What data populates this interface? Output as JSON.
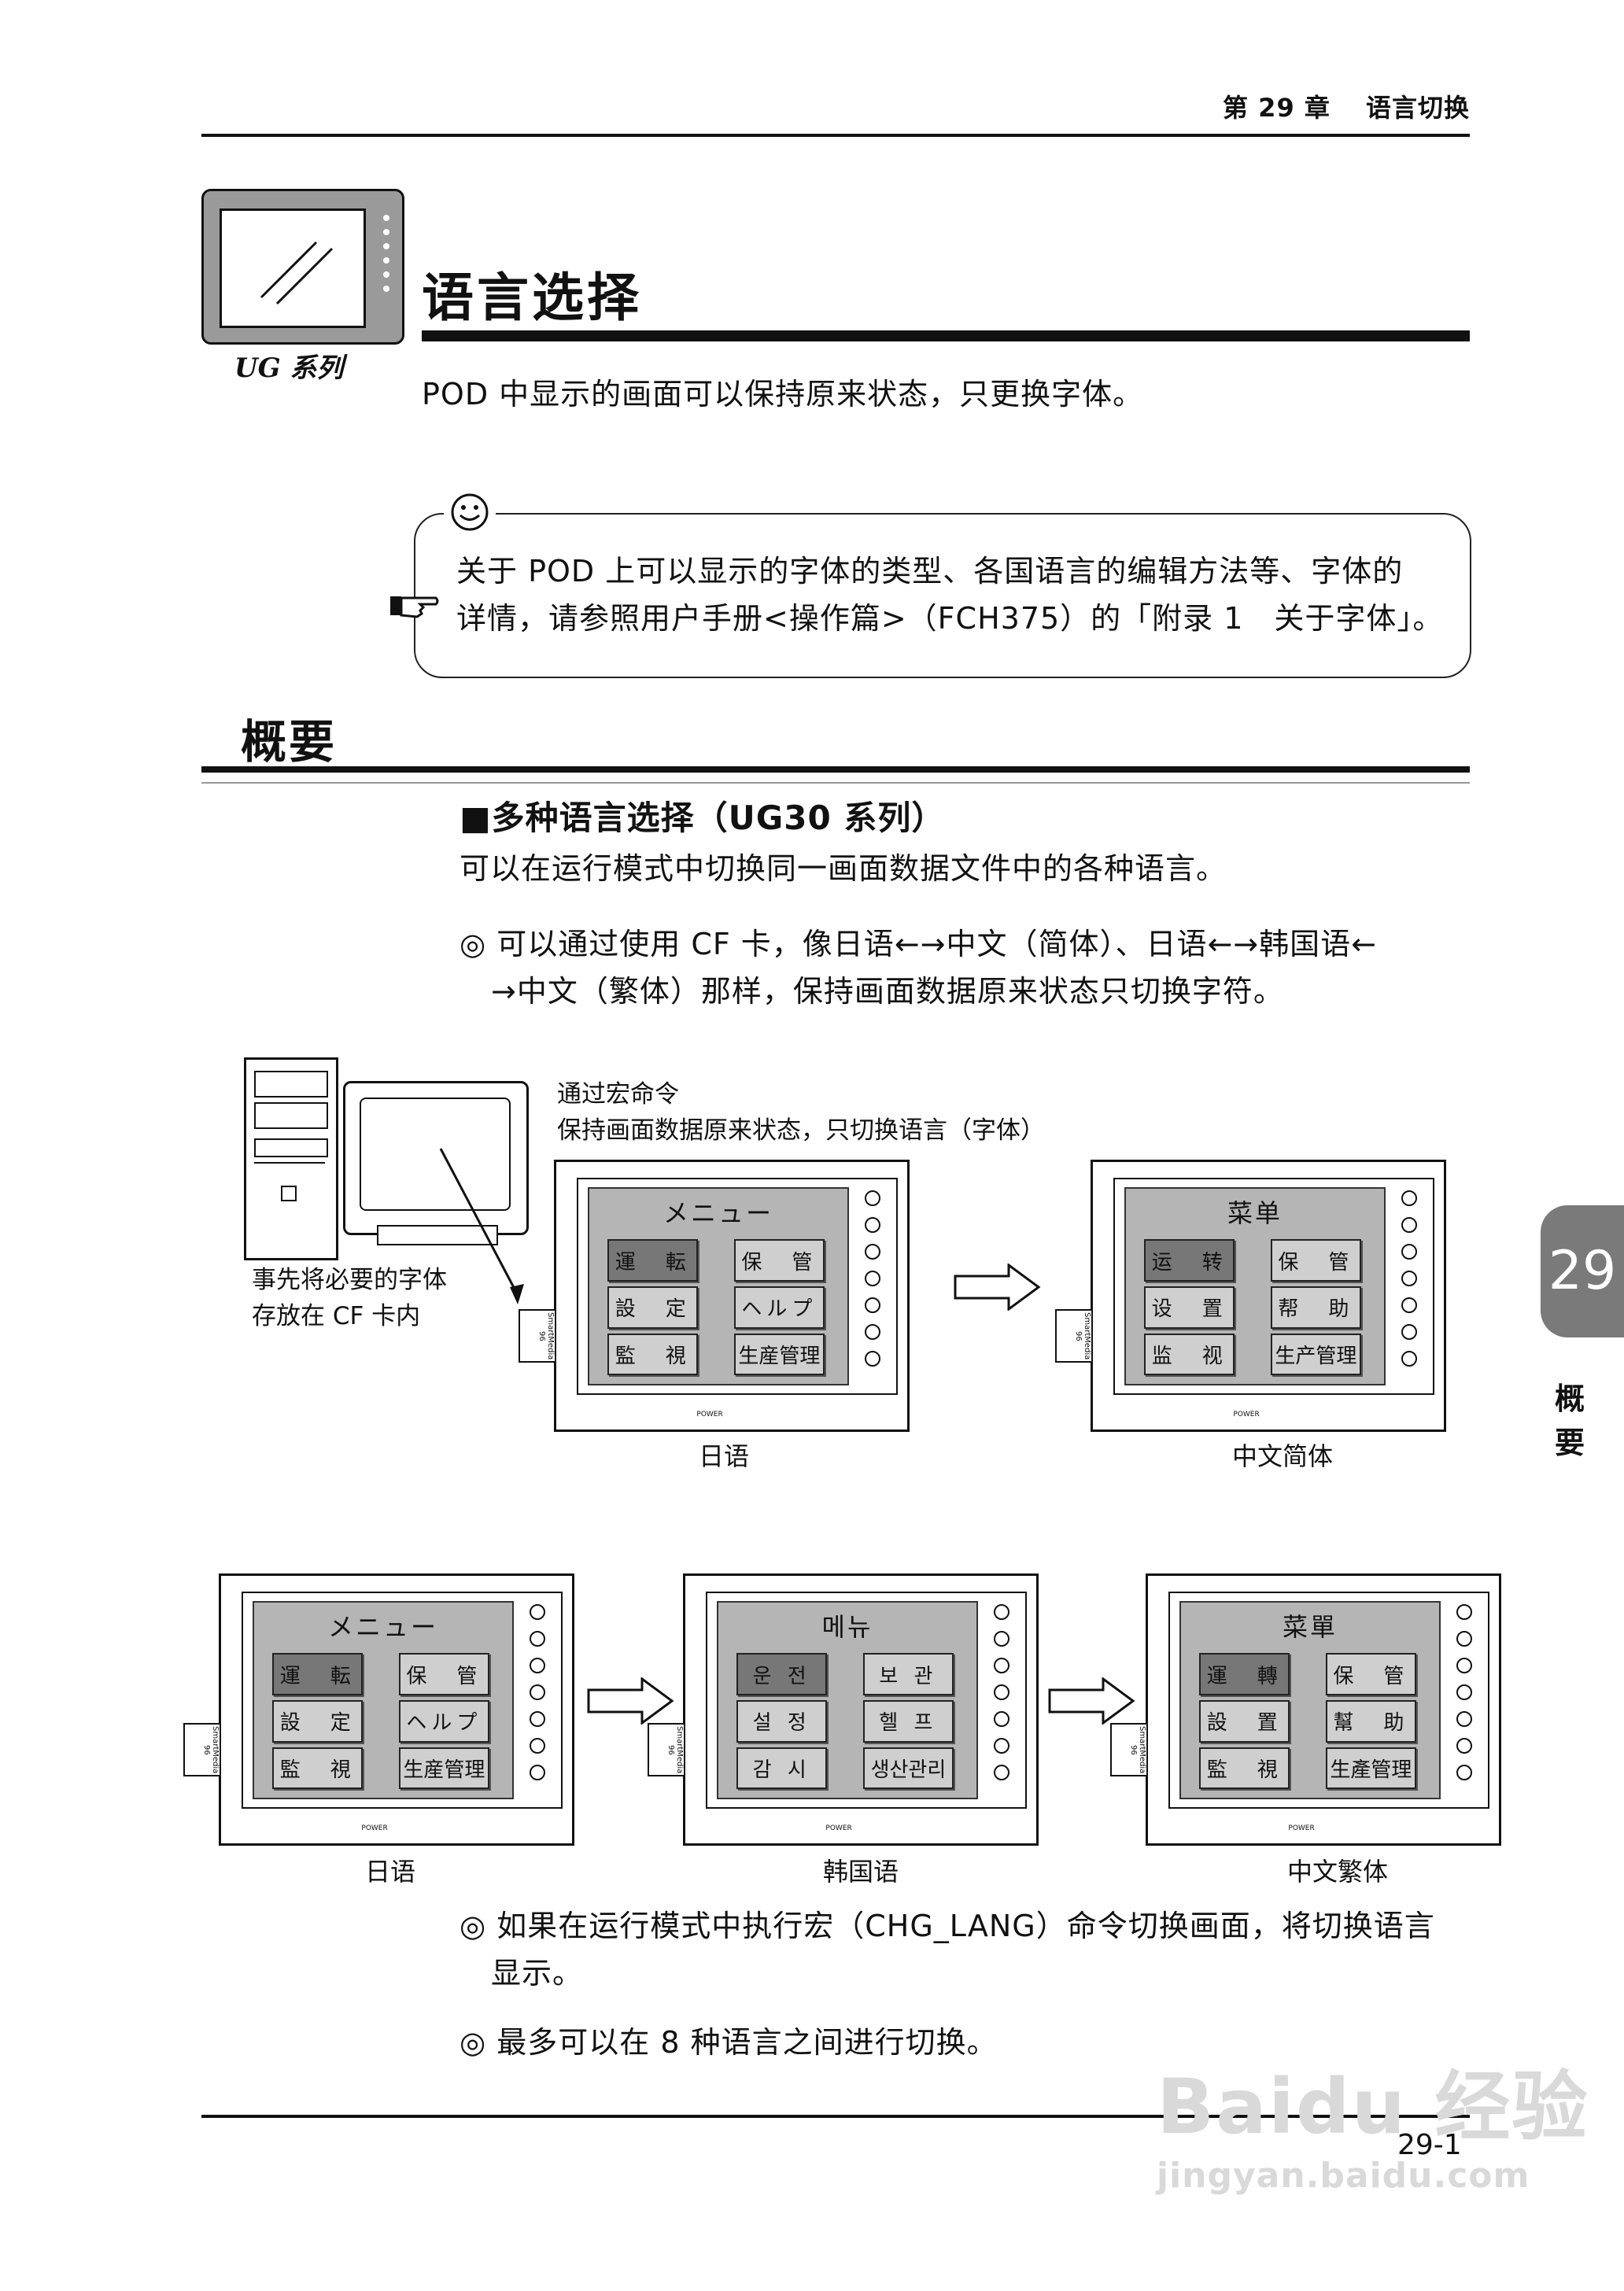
{
  "header": {
    "chapter": "第 29 章　 语言切换"
  },
  "title": "语言选择",
  "series_label": "UG 系列",
  "intro": "POD 中显示的画面可以保持原来状态，只更换字体。",
  "note": {
    "line1": "关于 POD 上可以显示的字体的类型、各国语言的编辑方法等、字体的",
    "line2": "详情，请参照用户手册<操作篇>（FCH375）的「附录 1　关于字体」。"
  },
  "section": "概要",
  "subhead": "■多种语言选择（UG30 系列）",
  "para1": "可以在运行模式中切换同一画面数据文件中的各种语言。",
  "bullet1": {
    "line1": "◎ 可以通过使用 CF 卡，像日语←→中文（简体）、日语←→韩国语←",
    "line2": "→中文（繁体）那样，保持画面数据原来状态只切换字符。"
  },
  "diagram": {
    "macro_caption_1": "通过宏命令",
    "macro_caption_2": "保持画面数据原来状态，只切换语言（字体）",
    "pc_caption_1": "事先将必要的字体",
    "pc_caption_2": "存放在 CF 卡内",
    "screens": {
      "jp": {
        "title": "メニュー",
        "b1": "運　転",
        "b2": "保　管",
        "b3": "設　定",
        "b4": "ヘルプ",
        "b5": "監　視",
        "b6": "生産管理"
      },
      "cn_s": {
        "title": "菜单",
        "b1": "运　转",
        "b2": "保　管",
        "b3": "设　置",
        "b4": "帮　助",
        "b5": "监　视",
        "b6": "生产管理"
      },
      "kr": {
        "title": "메뉴",
        "b1": "운 전",
        "b2": "보 관",
        "b3": "설 정",
        "b4": "헬 프",
        "b5": "감 시",
        "b6": "생산관리"
      },
      "cn_t": {
        "title": "菜單",
        "b1": "運　轉",
        "b2": "保　管",
        "b3": "設　置",
        "b4": "幫　助",
        "b5": "監　視",
        "b6": "生產管理"
      }
    },
    "labels": {
      "jp": "日语",
      "cn_s": "中文简体",
      "kr": "韩国语",
      "cn_t": "中文繁体"
    },
    "power": "POWER",
    "cf_text": "SmartMedia 96"
  },
  "bullet2": {
    "line1": "◎ 如果在运行模式中执行宏（CHG_LANG）命令切换画面，将切换语言",
    "line2": "显示。"
  },
  "bullet3": "◎ 最多可以在 8 种语言之间进行切换。",
  "tab": {
    "number": "29",
    "label_1": "概",
    "label_2": "要"
  },
  "page_number": "29-1",
  "watermark": {
    "line1": "Baidu 经验",
    "line2": "jingyan.baidu.com"
  }
}
